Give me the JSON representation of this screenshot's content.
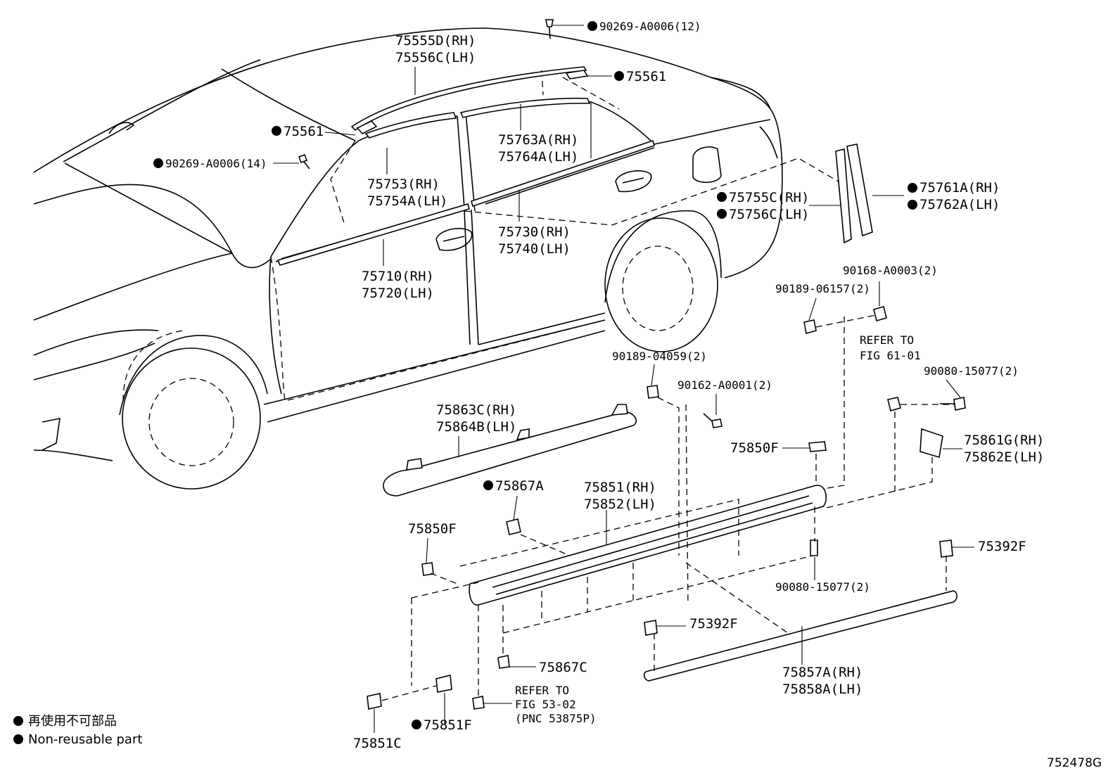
{
  "diagram_code": "752478G",
  "legend": {
    "line1": "再使用不可部品",
    "line2": "Non-reusable part"
  },
  "callouts": {
    "c90269_12": "90269-A0006(12)",
    "c75555d": "75555D(RH)",
    "c75556c": "75556C(LH)",
    "c75561_top": "75561",
    "c75561_left": "75561",
    "c90269_14": "90269-A0006(14)",
    "c75763a": "75763A(RH)",
    "c75764a": "75764A(LH)",
    "c75753": "75753(RH)",
    "c75754a": "75754A(LH)",
    "c75755c": "75755C(RH)",
    "c75756c": "75756C(LH)",
    "c75761a": "75761A(RH)",
    "c75762a": "75762A(LH)",
    "c75730": "75730(RH)",
    "c75740": "75740(LH)",
    "c75710": "75710(RH)",
    "c75720": "75720(LH)",
    "c90168": "90168-A0003(2)",
    "c90189_06157": "90189-06157(2)",
    "c_refer61_a": "REFER TO",
    "c_refer61_b": "FIG 61-01",
    "c90080_top": "90080-15077(2)",
    "c90189_04059": "90189-04059(2)",
    "c90162": "90162-A0001(2)",
    "c75863c": "75863C(RH)",
    "c75864b": "75864B(LH)",
    "c75850f_top": "75850F",
    "c75861g": "75861G(RH)",
    "c75862e": "75862E(LH)",
    "c75867a": "75867A",
    "c75851": "75851(RH)",
    "c75852": "75852(LH)",
    "c75850f_left": "75850F",
    "c75392f_right": "75392F",
    "c90080_bottom": "90080-15077(2)",
    "c75392f_left": "75392F",
    "c75867c": "75867C",
    "c75857a": "75857A(RH)",
    "c75858a": "75858A(LH)",
    "c_refer53_a": "REFER TO",
    "c_refer53_b": "FIG 53-02",
    "c_refer53_c": "(PNC 53875P)",
    "c75851f": "75851F",
    "c75851c": "75851C"
  },
  "non_reusable_marker": "●"
}
